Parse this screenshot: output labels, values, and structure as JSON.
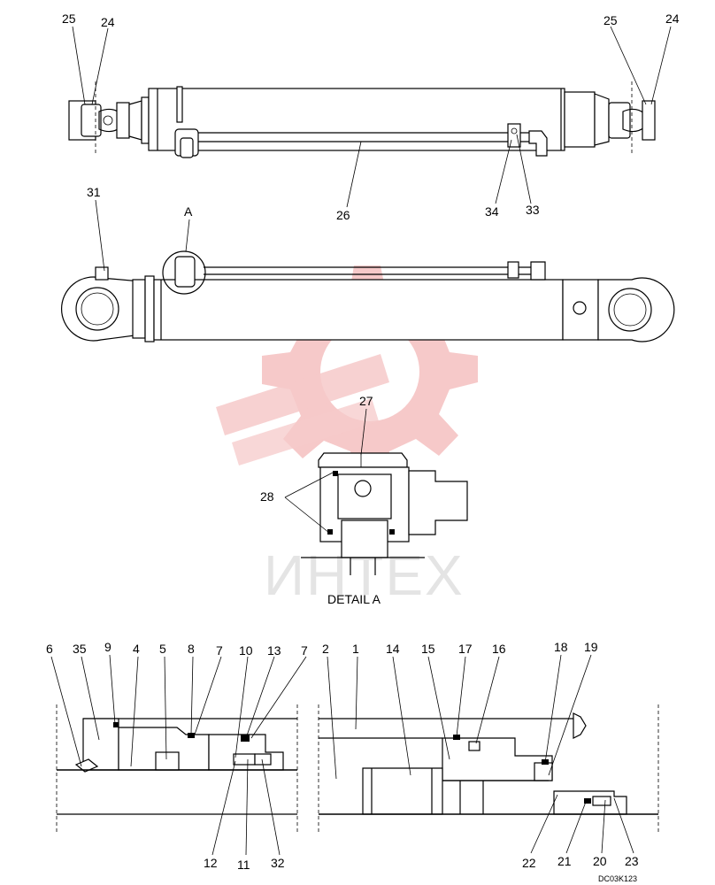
{
  "callouts": {
    "c25_left": "25",
    "c24_left": "24",
    "c25_right": "25",
    "c24_right": "24",
    "c26": "26",
    "c34": "34",
    "c33": "33",
    "c31": "31",
    "cA": "A",
    "c27": "27",
    "c28": "28",
    "c6": "6",
    "c35": "35",
    "c9": "9",
    "c4": "4",
    "c5": "5",
    "c8": "8",
    "c7a": "7",
    "c10": "10",
    "c13": "13",
    "c7b": "7",
    "c2": "2",
    "c1": "1",
    "c14": "14",
    "c15": "15",
    "c17": "17",
    "c16": "16",
    "c18": "18",
    "c19": "19",
    "c12": "12",
    "c11": "11",
    "c32": "32",
    "c22": "22",
    "c21": "21",
    "c20": "20",
    "c23": "23"
  },
  "detail_title": "DETAIL A",
  "drawing_code": "DC03K123",
  "watermark_text": "ИНТЕХ",
  "colors": {
    "line": "#000000",
    "watermark_logo": "#f6c9c9",
    "watermark_text": "#e4e4e4"
  }
}
